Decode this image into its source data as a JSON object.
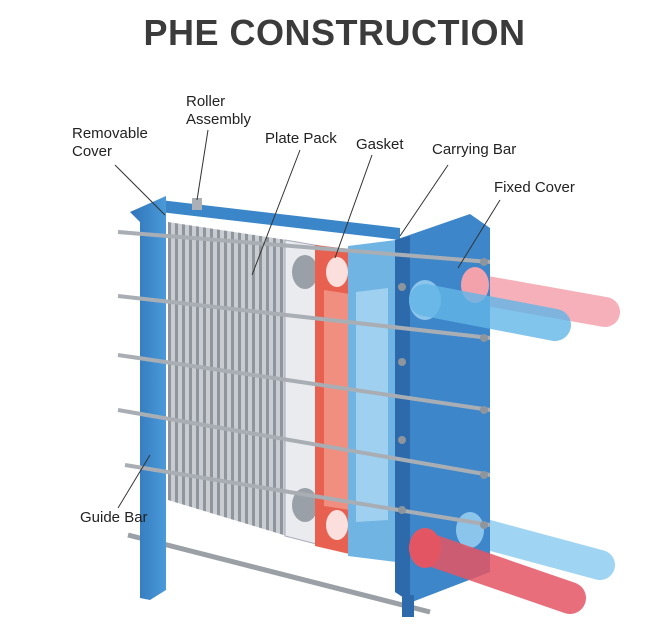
{
  "title": "PHE CONSTRUCTION",
  "labels": {
    "roller_assembly_1": "Roller",
    "roller_assembly_2": "Assembly",
    "removable_cover_1": "Removable",
    "removable_cover_2": "Cover",
    "plate_pack": "Plate Pack",
    "gasket": "Gasket",
    "carrying_bar": "Carrying Bar",
    "fixed_cover": "Fixed Cover",
    "guide_bar": "Guide Bar"
  },
  "colors": {
    "frame": "#3a86c8",
    "gasket": "#e8604f",
    "plates": "#b9bec4",
    "hot_pipe": "#f08a95",
    "cold_pipe": "#7fc4ea"
  }
}
